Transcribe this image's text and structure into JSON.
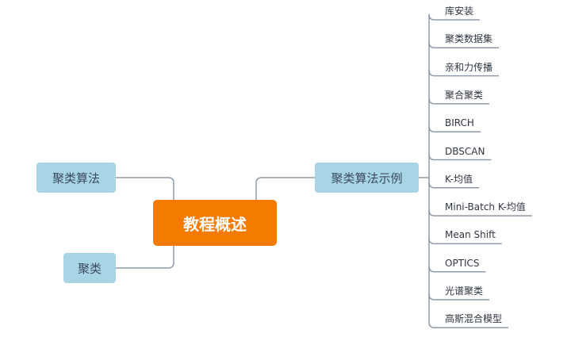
{
  "root": {
    "label": "教程概述"
  },
  "left_branches": [
    {
      "label": "聚类算法"
    },
    {
      "label": "聚类"
    }
  ],
  "right_branch": {
    "label": "聚类算法示例"
  },
  "leaves": [
    "库安装",
    "聚类数据集",
    "亲和力传播",
    "聚合聚类",
    "BIRCH",
    "DBSCAN",
    "K-均值",
    "Mini-Batch K-均值",
    "Mean Shift",
    "OPTICS",
    "光谱聚类",
    "高斯混合模型"
  ],
  "colors": {
    "root": "#f57a00",
    "branch": "#a7d5e6",
    "line": "#8f9aa8"
  }
}
